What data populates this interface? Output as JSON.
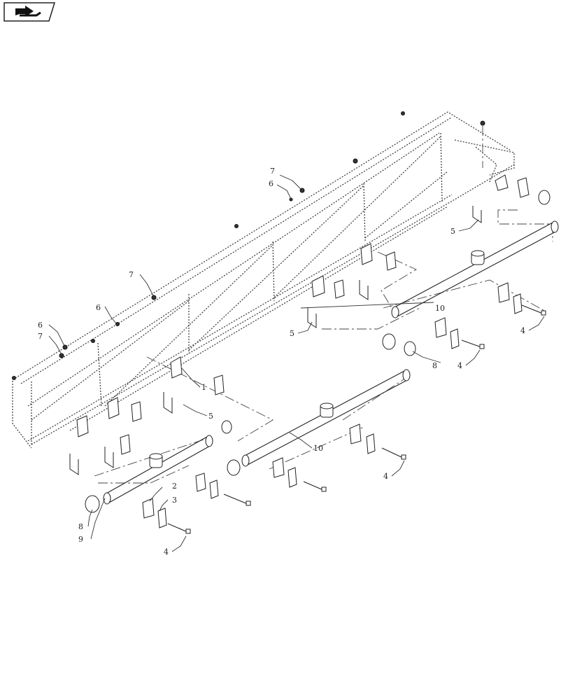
{
  "icon": {
    "name": "page-turn-icon"
  },
  "callouts": {
    "c1": "1",
    "c2": "2",
    "c3": "3",
    "c4a": "4",
    "c4b": "4",
    "c4c": "4",
    "c4d": "4",
    "c5a": "5",
    "c5b": "5",
    "c5c": "5",
    "c6a": "6",
    "c6b": "6",
    "c6c": "6",
    "c7a": "7",
    "c7b": "7",
    "c7c": "7",
    "c8a": "8",
    "c8b": "8",
    "c9": "9",
    "c10a": "10",
    "c10b": "10"
  }
}
